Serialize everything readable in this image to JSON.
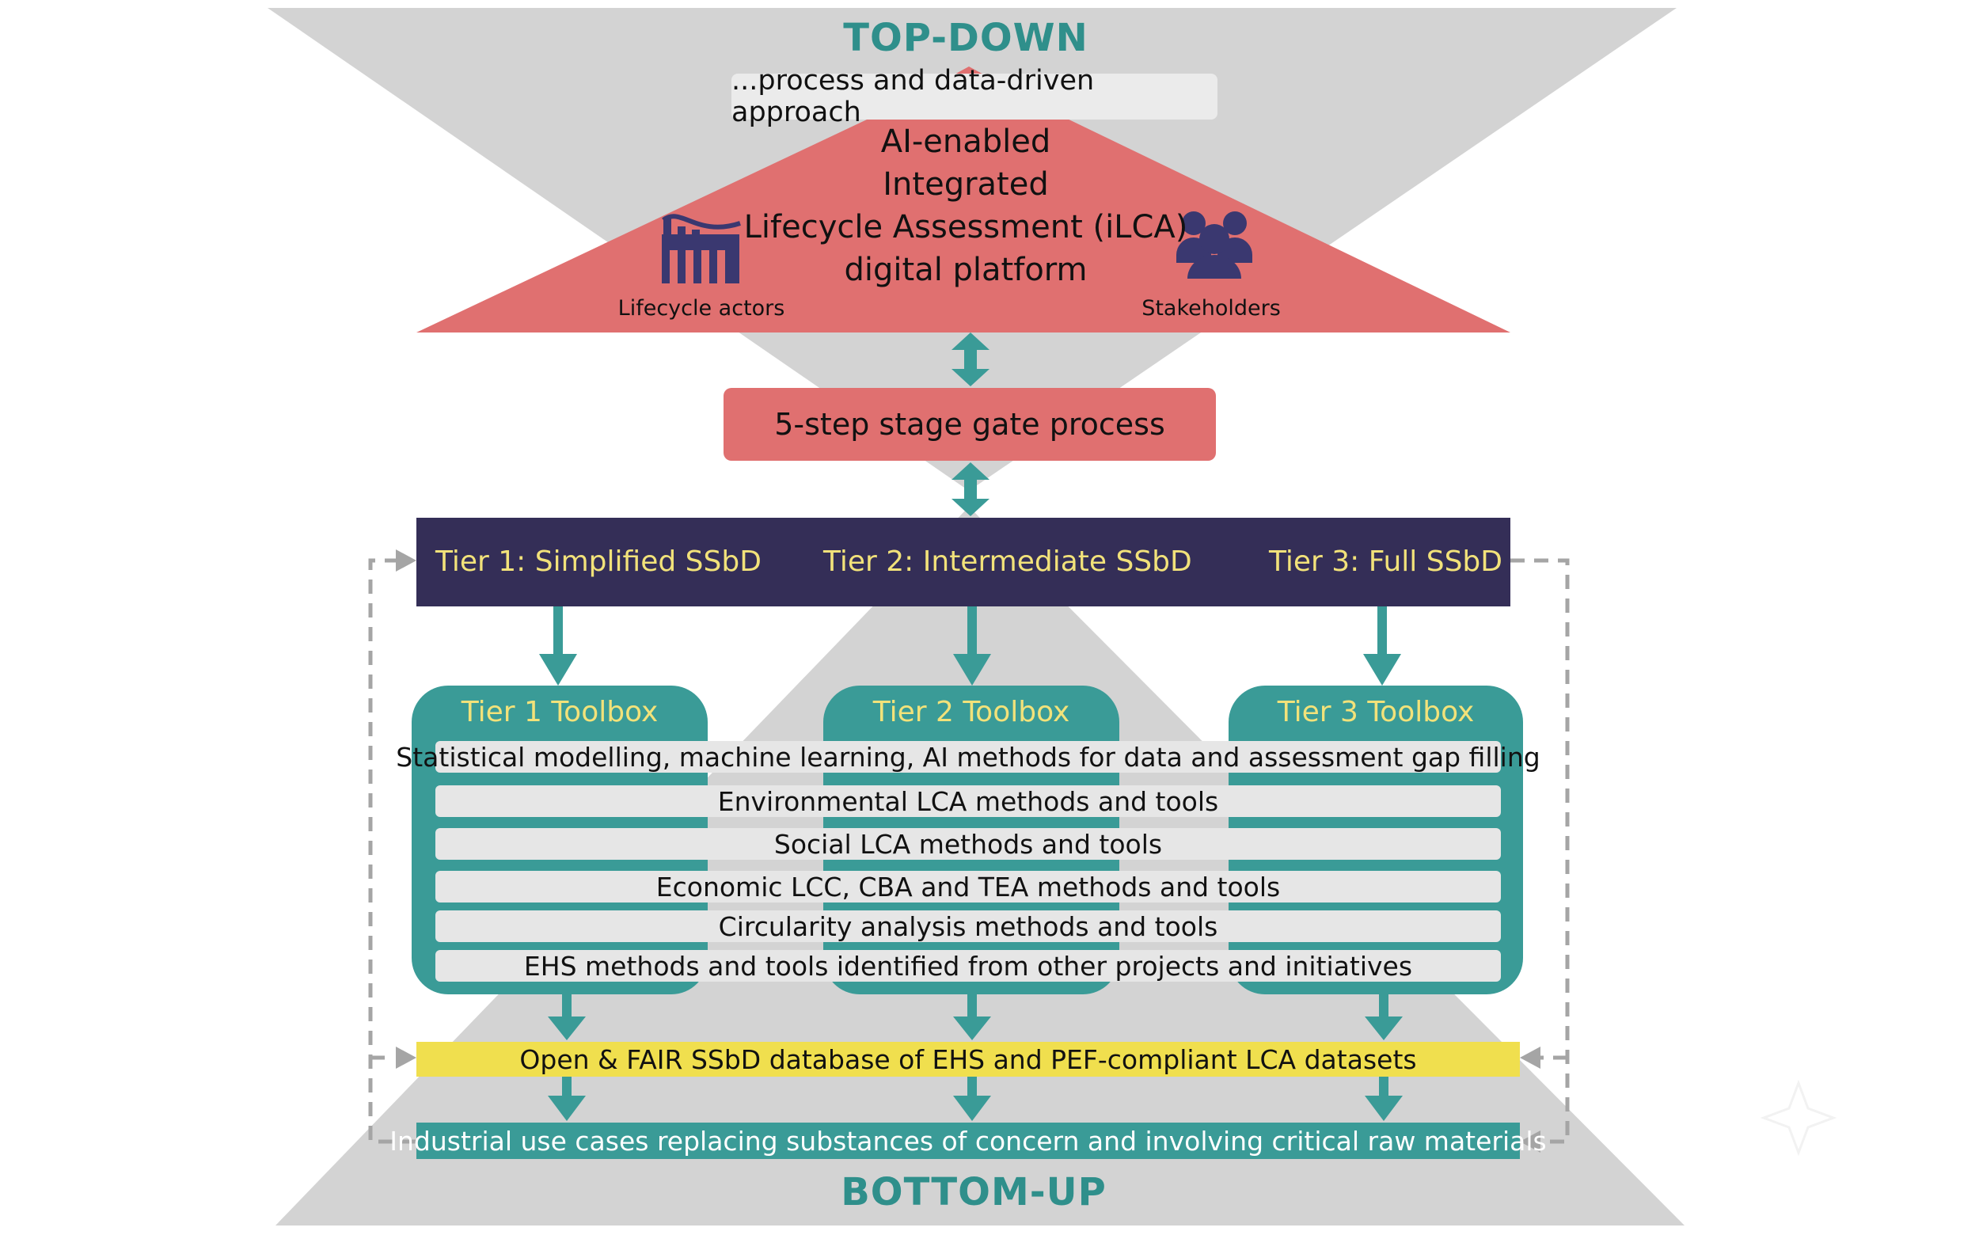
{
  "top_heading": "TOP-DOWN",
  "bottom_heading": "BOTTOM-UP",
  "subtitle": "...process and data-driven approach",
  "platform": {
    "line1": "AI-enabled",
    "line2": "Integrated",
    "line3": "Lifecycle Assessment (iLCA)",
    "line4": "digital platform"
  },
  "actors": {
    "left_label": "Lifecycle actors",
    "left_icon": "factory-chart-icon",
    "right_label": "Stakeholders",
    "right_icon": "people-group-icon"
  },
  "stage_gate": "5-step stage gate process",
  "tiers": [
    {
      "label": "Tier 1: Simplified SSbD",
      "toolbox": "Tier 1 Toolbox"
    },
    {
      "label": "Tier 2: Intermediate SSbD",
      "toolbox": "Tier 2 Toolbox"
    },
    {
      "label": "Tier 3: Full SSbD",
      "toolbox": "Tier 3 Toolbox"
    }
  ],
  "methods": [
    "Statistical modelling, machine learning, AI methods for data and assessment gap filling",
    "Environmental LCA methods and tools",
    "Social LCA methods and tools",
    "Economic LCC, CBA and TEA methods and tools",
    "Circularity analysis methods and tools",
    "EHS methods and tools identified from other projects and initiatives"
  ],
  "database": "Open & FAIR SSbD database of EHS and PEF-compliant LCA datasets",
  "use_cases": "Industrial use cases replacing substances of concern and involving critical raw materials",
  "colors": {
    "hourglass": "#d3d3d3",
    "platform_red": "#e07070",
    "tier_navy": "#342e57",
    "teal": "#3a9b97",
    "tier_text_yellow": "#f2e27a",
    "database_yellow": "#f0df4e",
    "feedback_gray": "#a5a5a5"
  }
}
